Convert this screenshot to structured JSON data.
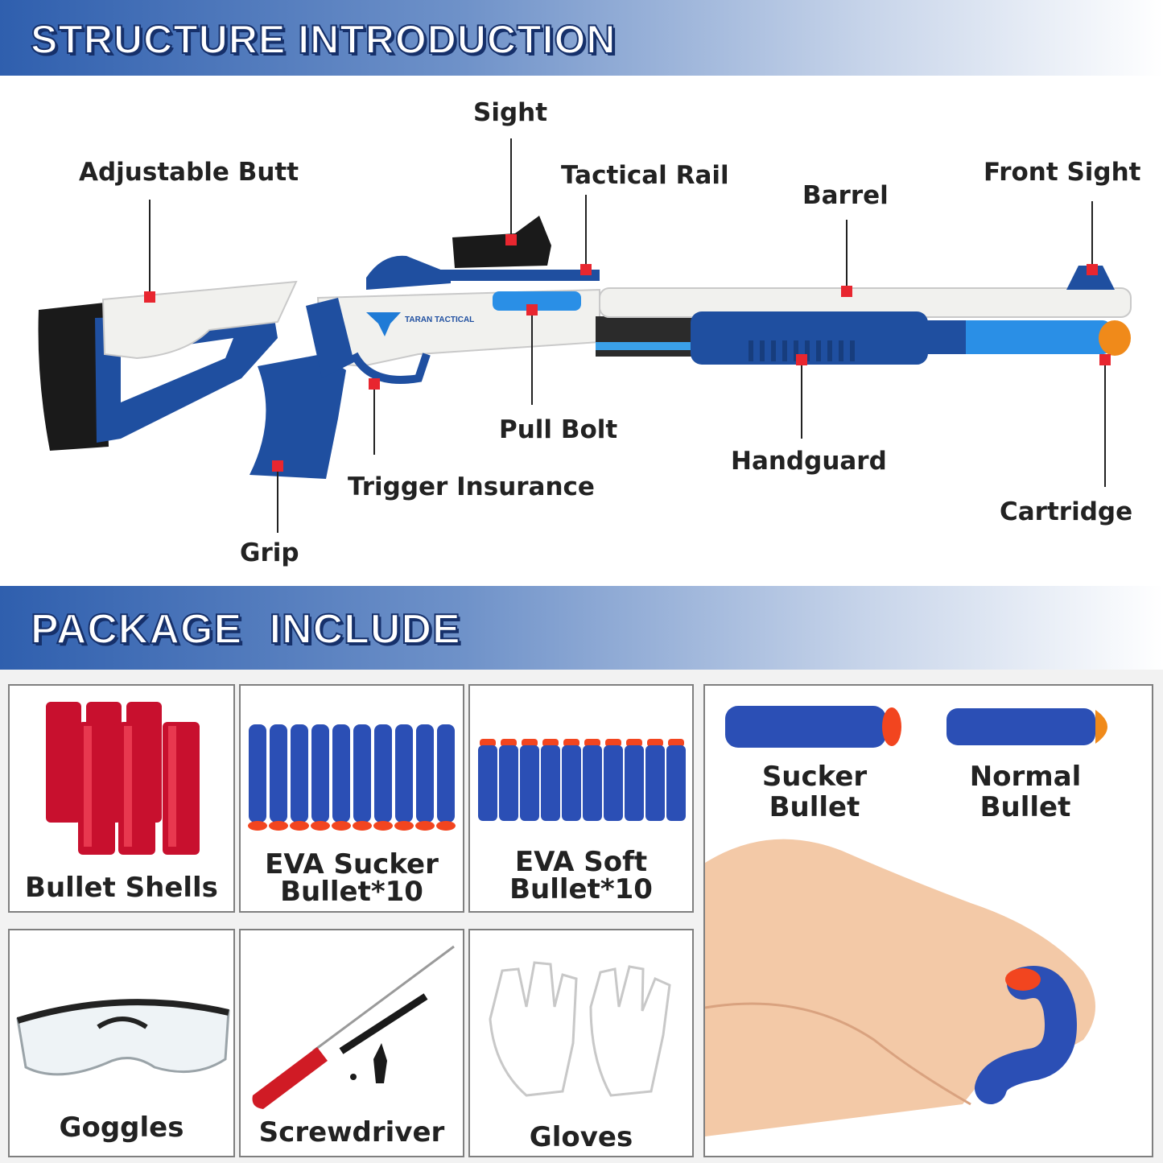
{
  "structure": {
    "title": "STRUCTURE INTRODUCTION",
    "parts": {
      "adjustable_butt": "Adjustable Butt",
      "sight": "Sight",
      "tactical_rail": "Tactical Rail",
      "barrel": "Barrel",
      "front_sight": "Front Sight",
      "pull_bolt": "Pull Bolt",
      "trigger_insurance": "Trigger Insurance",
      "grip": "Grip",
      "handguard": "Handguard",
      "cartridge": "Cartridge"
    },
    "logo_text": "TARAN TACTICAL",
    "colors": {
      "marker": "#e8262f",
      "blue": "#1f4fa0",
      "white_body": "#f1f1ee",
      "bright_blue": "#2a8fe6"
    }
  },
  "package": {
    "title": "PACKAGE  INCLUDE",
    "items": {
      "bullet_shells": "Bullet Shells",
      "eva_sucker_1": "EVA Sucker",
      "eva_sucker_2": "Bullet*10",
      "eva_soft_1": "EVA Soft",
      "eva_soft_2": "Bullet*10",
      "goggles": "Goggles",
      "screwdriver": "Screwdriver",
      "gloves": "Gloves",
      "sucker_bullet_1": "Sucker",
      "sucker_bullet_2": "Bullet",
      "normal_bullet_1": "Normal",
      "normal_bullet_2": "Bullet"
    }
  }
}
